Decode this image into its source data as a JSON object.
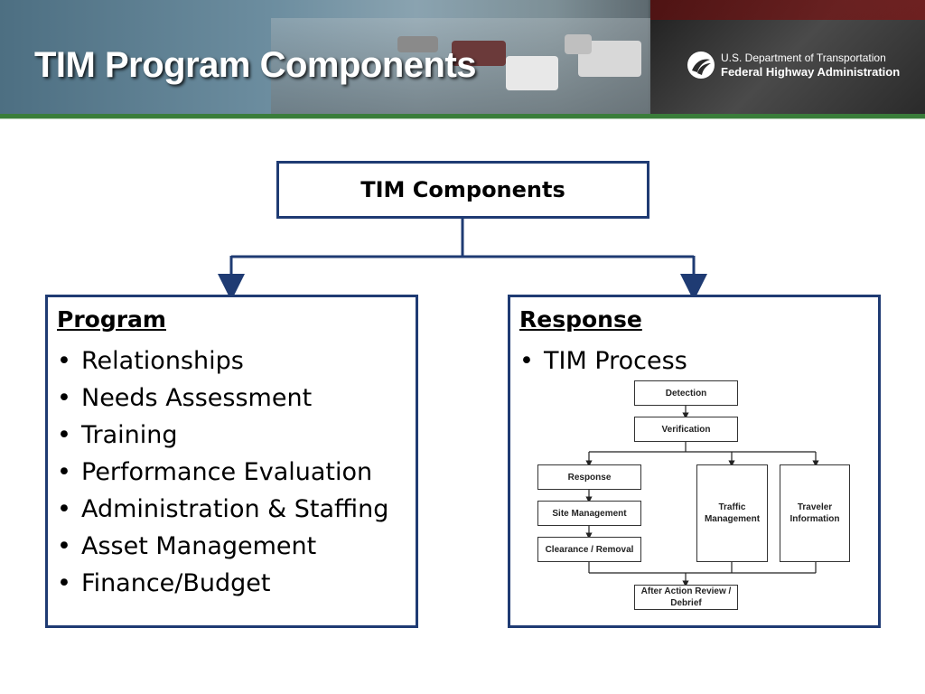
{
  "header": {
    "title": "TIM Program Components",
    "agency_dept": "U.S. Department of Transportation",
    "agency_name": "Federal Highway Administration"
  },
  "diagram": {
    "root": "TIM Components",
    "program": {
      "heading": "Program",
      "items": [
        "Relationships",
        "Needs Assessment",
        "Training",
        "Performance Evaluation",
        "Administration & Staffing",
        "Asset Management",
        "Finance/Budget"
      ]
    },
    "response": {
      "heading": "Response",
      "items": [
        "TIM Process"
      ],
      "flow": {
        "detection": "Detection",
        "verification": "Verification",
        "response": "Response",
        "site_management": "Site Management",
        "clearance": "Clearance / Removal",
        "traffic_management": "Traffic Management",
        "traveler_information": "Traveler Information",
        "after_action": "After Action Review / Debrief"
      }
    }
  },
  "colors": {
    "box_border": "#1f3b73",
    "connector": "#1f3b73",
    "header_rule": "#3a7d3a"
  }
}
